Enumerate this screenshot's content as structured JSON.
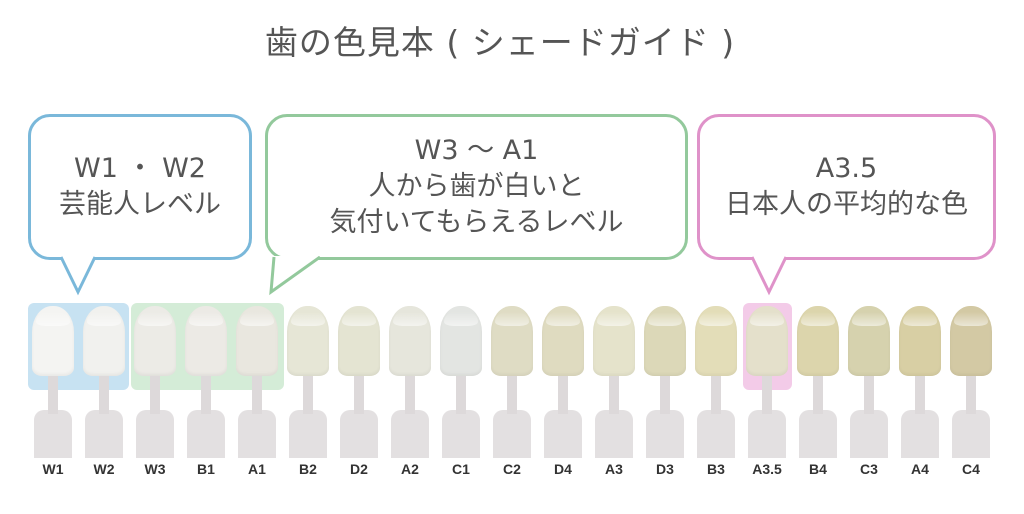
{
  "title": "歯の色見本 ( シェードガイド )",
  "bubbles": {
    "blue": {
      "line1": "W1 ・ W2",
      "line2": "芸能人レベル",
      "color": "#7ab8da"
    },
    "green": {
      "line1": "W3 ～ A1",
      "line2": "人から歯が白いと",
      "line3": "気付いてもらえるレベル",
      "color": "#93c99c"
    },
    "pink": {
      "line1": "A3.5",
      "line2": "日本人の平均的な色",
      "color": "#df92c9"
    }
  },
  "shades": [
    {
      "label": "W1",
      "color": "#f4f4f2"
    },
    {
      "label": "W2",
      "color": "#f1f1ee"
    },
    {
      "label": "W3",
      "color": "#ecebe6"
    },
    {
      "label": "B1",
      "color": "#eceae5"
    },
    {
      "label": "A1",
      "color": "#e9e7df"
    },
    {
      "label": "B2",
      "color": "#e6e6d6"
    },
    {
      "label": "D2",
      "color": "#e4e4d2"
    },
    {
      "label": "A2",
      "color": "#e6e6dc"
    },
    {
      "label": "C1",
      "color": "#e3e5e2"
    },
    {
      "label": "C2",
      "color": "#dfdcc4"
    },
    {
      "label": "D4",
      "color": "#dfdbc0"
    },
    {
      "label": "A3",
      "color": "#e5e3cb"
    },
    {
      "label": "D3",
      "color": "#dcd8b8"
    },
    {
      "label": "B3",
      "color": "#e3ddb8"
    },
    {
      "label": "A3.5",
      "color": "#e4e0cb"
    },
    {
      "label": "B4",
      "color": "#dcd5ac"
    },
    {
      "label": "C3",
      "color": "#d6d2ae"
    },
    {
      "label": "A4",
      "color": "#d8cfa4"
    },
    {
      "label": "C4",
      "color": "#d3c9a4"
    }
  ]
}
